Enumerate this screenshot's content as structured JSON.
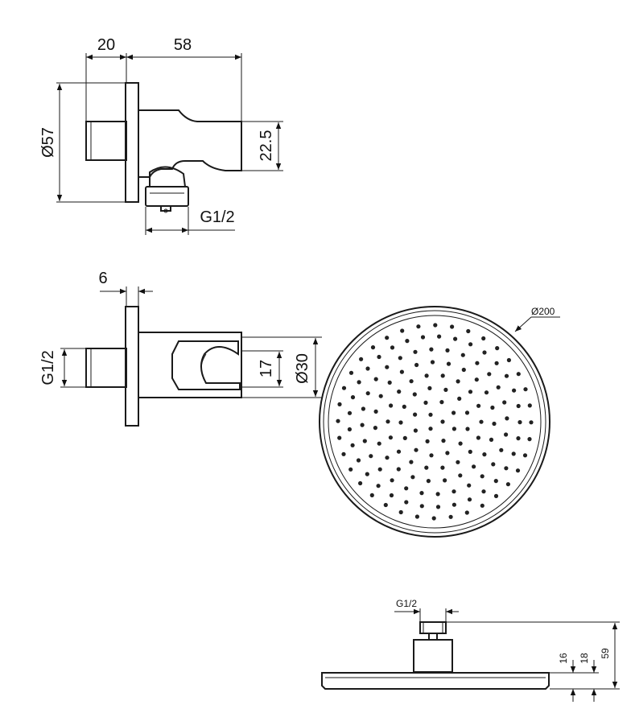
{
  "views": {
    "side_top": {
      "dim_flange_depth": "20",
      "dim_body_length": "58",
      "dim_flange_diameter": "Ø57",
      "dim_holder_height": "22.5",
      "dim_outlet_thread": "G1/2"
    },
    "side_middle": {
      "dim_flange_thickness": "6",
      "dim_inlet_thread": "G1/2",
      "dim_holder_inner": "17",
      "dim_holder_outer": "Ø30"
    },
    "shower_head_top": {
      "dim_head_diameter": "Ø200"
    },
    "shower_head_side": {
      "dim_connection_thread": "G1/2",
      "dim_height_16": "16",
      "dim_height_18": "18",
      "dim_total_height": "59"
    }
  }
}
